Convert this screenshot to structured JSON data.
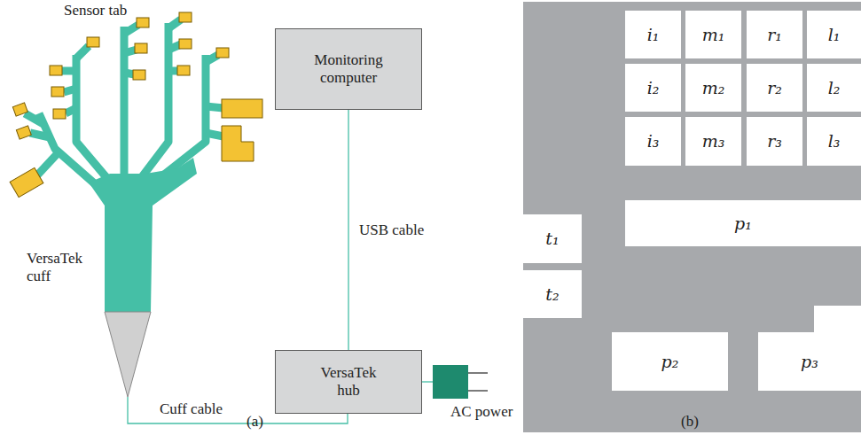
{
  "diagram": {
    "nodes": [
      {
        "text": [
          "Monitoring computer"
        ]
      },
      {
        "text": [
          "VersaTek hub"
        ]
      },
      {
        "text": [
          "i₁"
        ]
      },
      {
        "text": [
          "m₁"
        ]
      },
      {
        "text": [
          "r₁"
        ]
      },
      {
        "text": [
          "l₁"
        ]
      },
      {
        "text": [
          "i₂"
        ]
      },
      {
        "text": [
          "m₂"
        ]
      },
      {
        "text": [
          "r₂"
        ]
      },
      {
        "text": [
          "l₂"
        ]
      },
      {
        "text": [
          "i₃"
        ]
      },
      {
        "text": [
          "m₃"
        ]
      },
      {
        "text": [
          "r₃"
        ]
      },
      {
        "text": [
          "l₃"
        ]
      },
      {
        "text": [
          "p₁"
        ]
      },
      {
        "text": [
          "t₁"
        ]
      },
      {
        "text": [
          "t₂"
        ]
      },
      {
        "text": [
          "p₂"
        ]
      },
      {
        "text": [
          "p₃"
        ]
      }
    ],
    "edges": [
      {
        "from": 0,
        "to": 1,
        "arrow": "none",
        "label": "USB cable"
      }
    ],
    "labels": [
      "Sensor tab",
      "VersaTek cuff",
      "Cuff cable",
      "AC power",
      "(a)",
      "(b)"
    ]
  }
}
